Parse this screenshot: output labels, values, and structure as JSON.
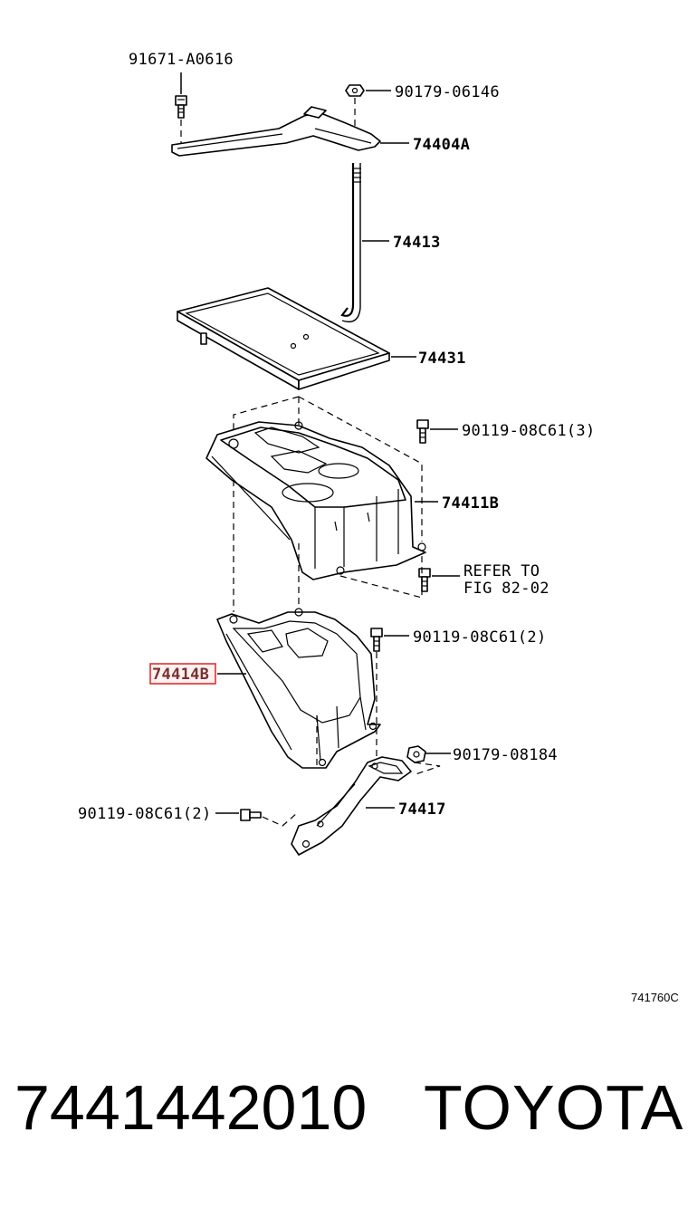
{
  "diagram": {
    "labels": {
      "bolt_top_left": "91671-A0616",
      "nut_top": "90179-06146",
      "clamp": "74404A",
      "rod": "74413",
      "tray": "74431",
      "bolt_right_3": "90119-08C61(3)",
      "battery_carrier": "74411B",
      "refer_line1": "REFER TO",
      "refer_line2": "FIG 82-02",
      "bolt_right_2": "90119-08C61(2)",
      "highlighted_part": "74414B",
      "nut_lower": "90179-08184",
      "bolt_left_2": "90119-08C61(2)",
      "bracket": "74417"
    },
    "figure_ref": "741760C",
    "highlight_color": "#e03030"
  },
  "footer": {
    "part_number": "7441442010",
    "brand": "TOYOTA"
  }
}
